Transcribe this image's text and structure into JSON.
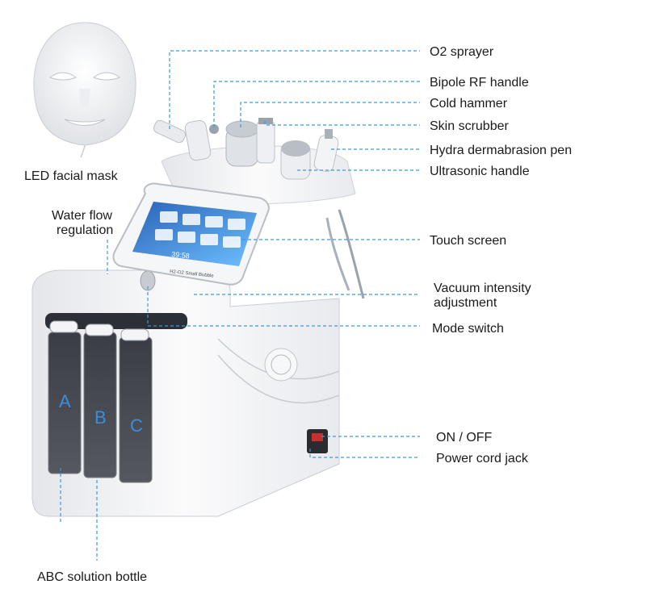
{
  "labels": {
    "o2_sprayer": "O2 sprayer",
    "bipole_rf_handle": "Bipole RF handle",
    "cold_hammer": "Cold hammer",
    "skin_scrubber": "Skin scrubber",
    "hydra_pen": "Hydra dermabrasion pen",
    "ultrasonic_handle": "Ultrasonic handle",
    "touch_screen": "Touch screen",
    "vacuum_line1": "Vacuum intensity",
    "vacuum_line2": "adjustment",
    "mode_switch": "Mode switch",
    "on_off": "ON / OFF",
    "power_cord_jack": "Power cord jack",
    "led_mask": "LED facial mask",
    "water_line1": "Water flow",
    "water_line2": "regulation",
    "abc_bottle": "ABC solution bottle"
  },
  "device": {
    "screen_brand": "H2-O2 Small Bubble",
    "screen_time": "39:58",
    "bottles": [
      "A",
      "B",
      "C"
    ]
  },
  "colors": {
    "leader_line": "#3a9ad9",
    "device_body": "#f2f3f5",
    "screen_glow": "#4fa3e8",
    "bottle_letter": "#3a8ee0"
  }
}
